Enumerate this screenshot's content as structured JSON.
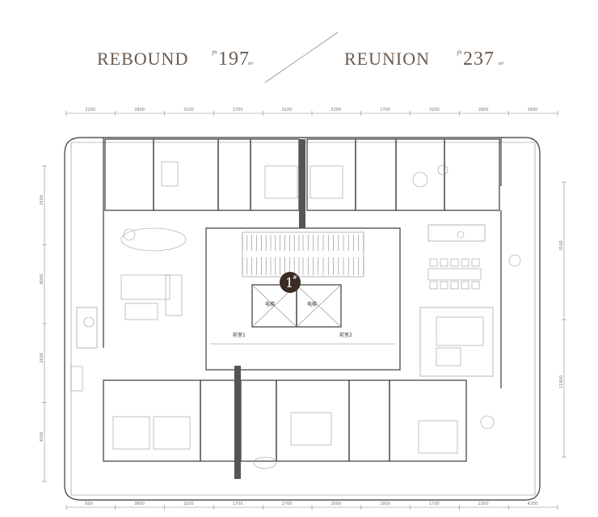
{
  "header": {
    "left_name": "REBOUND",
    "left_mark": "户",
    "left_area": "197",
    "left_unit": "m²",
    "right_name": "REUNION",
    "right_mark": "户",
    "right_area": "237",
    "right_unit": "m²"
  },
  "building": {
    "label": "1",
    "mark": "#"
  },
  "rooms": {
    "elevator_left": "电梯",
    "elevator_right": "电梯",
    "lobby_1": "前室1",
    "lobby_2": "前室2"
  },
  "dimensions": {
    "top": [
      "2200",
      "2800",
      "3100",
      "1700",
      "3100",
      "3200",
      "1700",
      "3200",
      "2800",
      "1800"
    ],
    "bottom": [
      "800",
      "3800",
      "3200",
      "1700",
      "2700",
      "2600",
      "1800",
      "1700",
      "2300",
      "4200"
    ],
    "left": [
      "2500",
      "8000",
      "2600",
      "4500"
    ],
    "right": [
      "3100",
      "11800"
    ]
  },
  "colors": {
    "title": "#6b5a4e",
    "walls": "#555555",
    "core_badge": "#3a2c24"
  }
}
